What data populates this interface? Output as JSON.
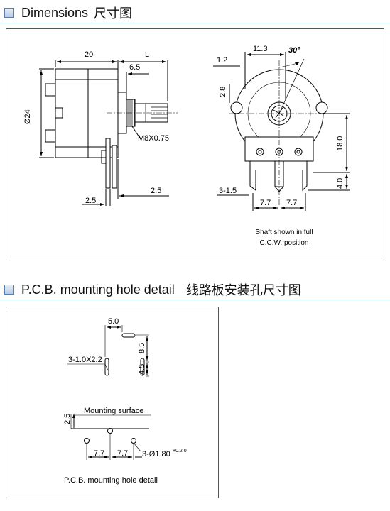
{
  "sections": {
    "dimensions": {
      "title": "Dimensions",
      "title_cn": "尺寸图"
    },
    "pcb": {
      "title": "P.C.B. mounting hole detail",
      "title_cn": "线路板安装孔尺寸图"
    }
  },
  "side_view": {
    "dim_20": "20",
    "dim_L": "L",
    "dim_6_5": "6.5",
    "dim_dia24": "Ø24",
    "thread": "M8X0.75",
    "dim_2_5_left": "2.5",
    "dim_2_5_right": "2.5"
  },
  "front_view": {
    "dim_11_3": "11.3",
    "angle_30": "30°",
    "dim_1_2": "1.2",
    "dim_2_8": "2.8",
    "dim_18_0": "18.0",
    "dim_4_0": "4.0",
    "dim_3_1_5": "3-1.5",
    "dim_7_7_a": "7.7",
    "dim_7_7_b": "7.7",
    "caption_line1": "Shaft shown in full",
    "caption_line2": "C.C.W. position"
  },
  "pcb_detail": {
    "dim_5_0": "5.0",
    "dim_8_5": "8.5",
    "dim_4_5": "4.5",
    "slot_label": "3-1.0X2.2",
    "dim_2_5": "2.5",
    "mounting_surface": "Mounting surface",
    "dim_7_7_a": "7.7",
    "dim_7_7_b": "7.7",
    "hole_label": "3-Ø1.80",
    "hole_tol": "+0.2 0",
    "caption": "P.C.B. mounting hole detail"
  }
}
